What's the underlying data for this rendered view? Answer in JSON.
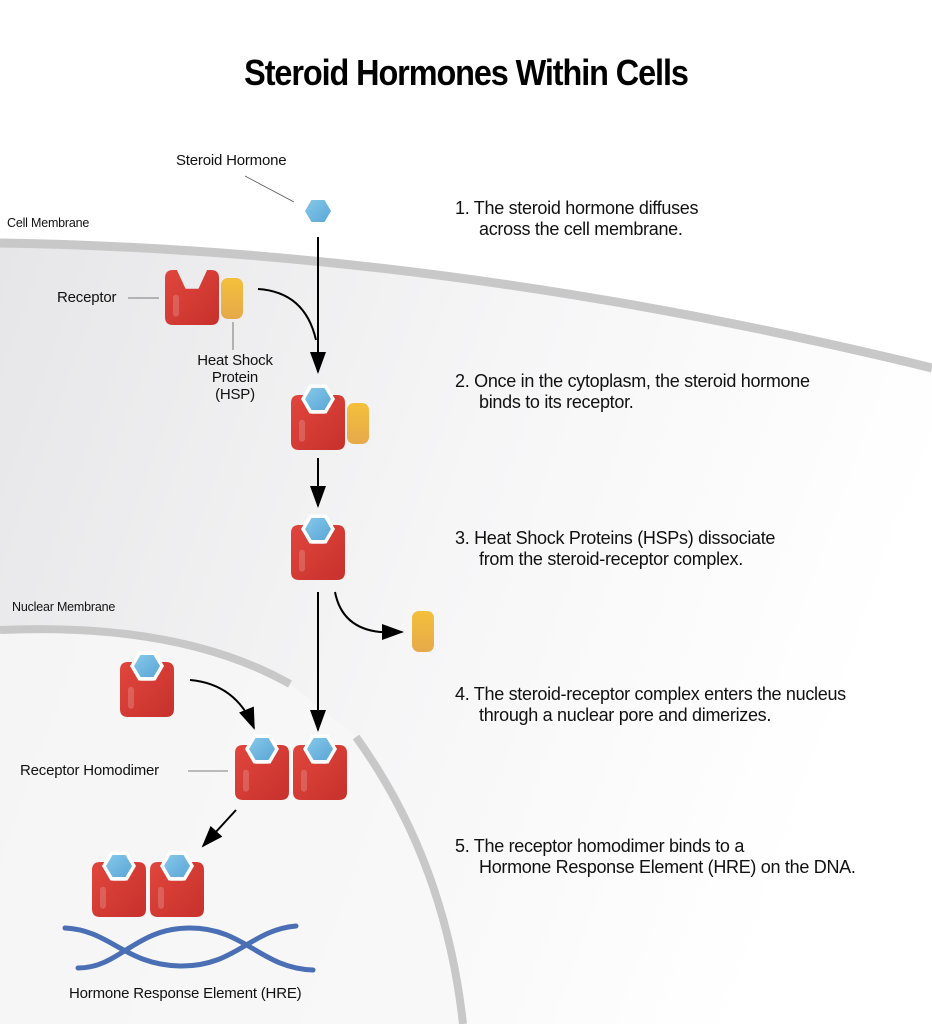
{
  "title": "Steroid Hormones Within Cells",
  "labels": {
    "steroid_hormone": "Steroid Hormone",
    "cell_membrane": "Cell Membrane",
    "receptor": "Receptor",
    "hsp_line1": "Heat Shock",
    "hsp_line2": "Protein",
    "hsp_line3": "(HSP)",
    "nuclear_membrane": "Nuclear Membrane",
    "receptor_homodimer": "Receptor Homodimer",
    "hre": "Hormone Response Element (HRE)"
  },
  "steps": [
    {
      "line1": "1. The steroid hormone diffuses",
      "line2": "across the cell membrane."
    },
    {
      "line1": "2. Once in the cytoplasm, the steroid hormone",
      "line2": "binds to its receptor."
    },
    {
      "line1": "3. Heat Shock Proteins (HSPs) dissociate",
      "line2": "from the steroid-receptor complex."
    },
    {
      "line1": "4. The steroid-receptor complex enters the nucleus",
      "line2": "through a nuclear pore and dimerizes."
    },
    {
      "line1": "5. The receptor homodimer binds to a",
      "line2": "Hormone Response Element (HRE) on the DNA."
    }
  ],
  "colors": {
    "receptor": "#d63a33",
    "hsp": "#f0b43c",
    "hormone": "#6fb8e0",
    "dna": "#4a6fb5",
    "membrane": "#c8c8c8",
    "arrow": "#000000"
  }
}
